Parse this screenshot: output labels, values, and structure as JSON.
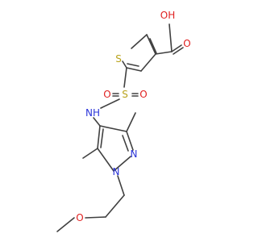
{
  "molecule": {
    "atoms": {
      "thiophene_s": "S",
      "sulfonyl_s": "S",
      "sulfonyl_o_left": "O",
      "sulfonyl_o_right": "O",
      "carboxyl_oh": "OH",
      "carboxyl_o": "O",
      "sulfonamide_nh": "NH",
      "pyrazole_n_ring": "N",
      "pyrazole_n_sub": "N",
      "ether_o": "O"
    },
    "colors": {
      "bond": "#404040",
      "sulfur": "#b8a21a",
      "oxygen": "#e02020",
      "nitrogen": "#2a34d9"
    }
  }
}
